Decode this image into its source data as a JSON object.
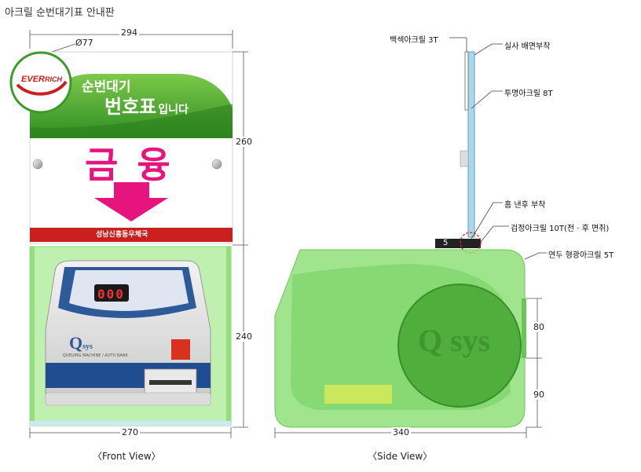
{
  "title": "아크릴 순번대기표 안내판",
  "front": {
    "dims": {
      "width_top": "294",
      "circle": "Ø77",
      "height_top": "260",
      "height_bottom": "240",
      "width_bottom": "270"
    },
    "logo": {
      "line1": "EVER",
      "line2": "RICH"
    },
    "sign": {
      "line1": "순번대기",
      "line2a": "번호표",
      "line2b": "입니다",
      "big": "금 융",
      "footer": "성남신흥동우체국"
    },
    "machine": {
      "display": "000",
      "brand": "Q",
      "brand_small": "sys",
      "sub": "QUEUING MACHINE / AUTO BANK",
      "badge": ""
    },
    "caption": "〈Front View〉"
  },
  "side": {
    "notes": {
      "white3t": "백색아크릴 3T",
      "back": "실사 배면부착",
      "clear8t": "투명아크릴 8T",
      "groove": "홈 낸후 부착",
      "black10t": "검정아크릴 10T(전 · 후 면취)",
      "green5t": "연두 형광아크릴 5T"
    },
    "dims": {
      "base": "5",
      "upper": "80",
      "lower": "90",
      "width": "340"
    },
    "brand": "Q sys",
    "caption": "〈Side View〉"
  },
  "colors": {
    "green": "#3d9a2a",
    "magenta": "#e8147d",
    "red": "#c8201e",
    "lime_acrylic": "#8fe07a"
  }
}
